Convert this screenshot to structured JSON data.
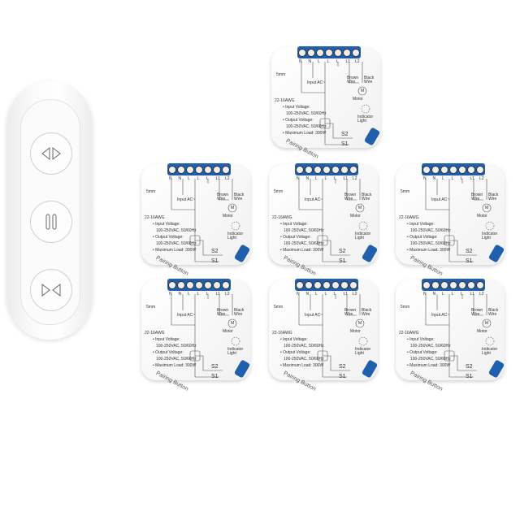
{
  "remote": {
    "buttons": [
      {
        "icon": "open-curtain-icon"
      },
      {
        "icon": "pause-icon"
      },
      {
        "icon": "close-curtain-icon"
      }
    ]
  },
  "module_labels": {
    "terminals": [
      "N",
      "N",
      "L",
      "L",
      "L",
      "L1",
      "L2"
    ],
    "strip": "5mm",
    "wire_gauge": "22-16AWG",
    "input_ac": "Input AC~",
    "brown_wire": "Brown Wire",
    "black_wire": "Black Wire",
    "motor_symbol": "M",
    "motor": "Motor",
    "input_voltage": "• Input Voltage:",
    "input_voltage_value": "100-250VAC, 50/60Hz",
    "output_voltage": "• Output Voltage:",
    "output_voltage_value": "100-250VAC, 50/60Hz",
    "max_load": "• Maximum Load: 300W",
    "indicator_light": "Indicator Light",
    "s2": "S2",
    "s1": "S1",
    "pairing_button": "Pairing Button"
  },
  "colors": {
    "terminal_blue": "#1f5fae",
    "housing": "#f5f5f5"
  },
  "module_count": 7
}
